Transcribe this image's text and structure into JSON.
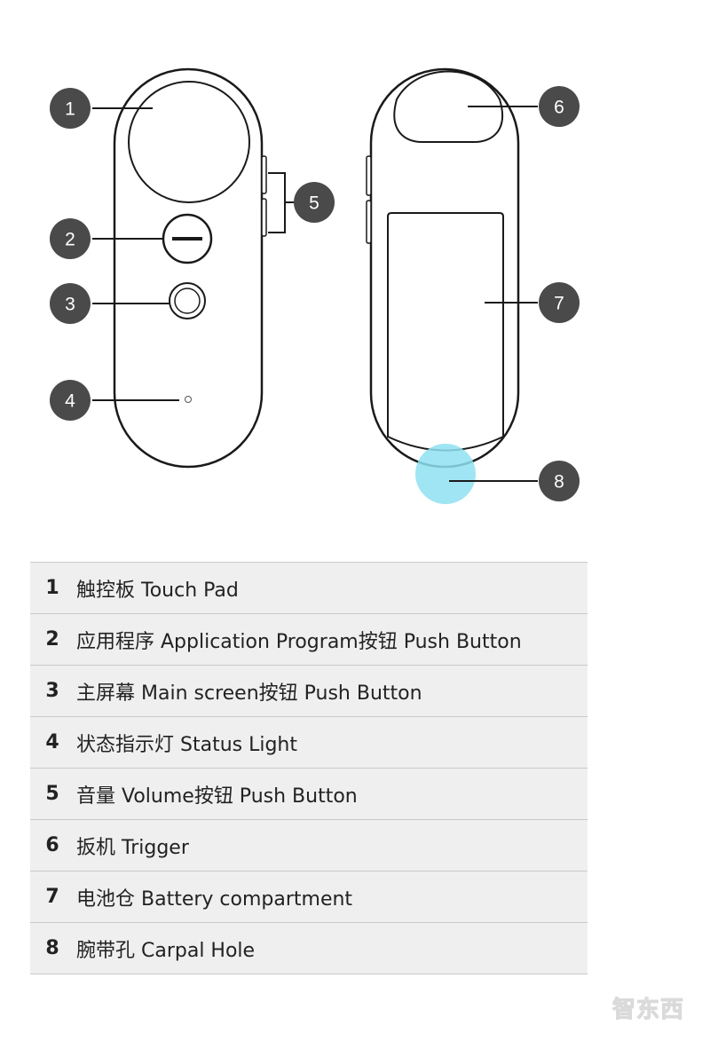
{
  "callouts": [
    "1",
    "2",
    "3",
    "4",
    "5",
    "6",
    "7",
    "8"
  ],
  "parts": [
    {
      "num": "1",
      "label": "触控板 Touch Pad"
    },
    {
      "num": "2",
      "label": "应用程序 Application Program按钮 Push Button"
    },
    {
      "num": "3",
      "label": "主屏幕 Main screen按钮 Push Button"
    },
    {
      "num": "4",
      "label": "状态指示灯 Status Light"
    },
    {
      "num": "5",
      "label": "音量 Volume按钮 Push Button"
    },
    {
      "num": "6",
      "label": "扳机 Trigger"
    },
    {
      "num": "7",
      "label": "电池仓 Battery compartment"
    },
    {
      "num": "8",
      "label": "腕带孔 Carpal Hole"
    }
  ],
  "watermark": "智东西",
  "colors": {
    "outline": "#1a1a1a",
    "callout_fill": "#4a4a4a",
    "carpal_highlight": "#8fe0f2",
    "table_row": "#efefef"
  }
}
